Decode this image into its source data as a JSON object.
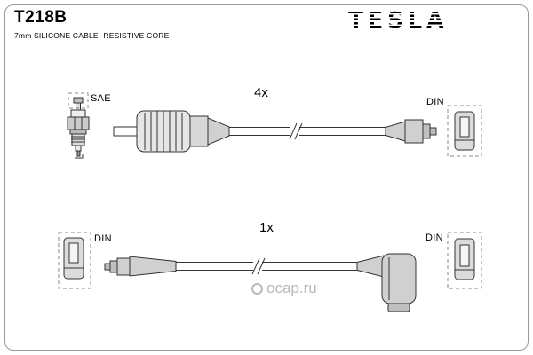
{
  "header": {
    "part_number": "T218B",
    "subtitle": "7mm SILICONE CABLE- RESISTIVE CORE",
    "brand": "TESLA"
  },
  "diagram": {
    "top_row": {
      "quantity": "4x",
      "left_connector_label": "SAE",
      "right_connector_label": "DIN"
    },
    "bottom_row": {
      "quantity": "1x",
      "left_connector_label": "DIN",
      "right_connector_label": "DIN"
    }
  },
  "watermark": {
    "text": "ocap.ru"
  },
  "colors": {
    "outline": "#333333",
    "border": "#9a9a9a",
    "fill_light": "#e6e6e6",
    "fill_mid": "#d0d0d0",
    "watermark": "#b9b9b9"
  }
}
